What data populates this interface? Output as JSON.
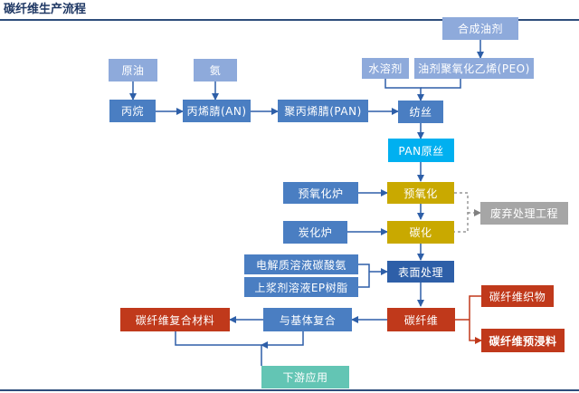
{
  "title": "碳纤维生产流程",
  "nodes": {
    "crude_oil": "原油",
    "ammonia": "氨",
    "propylene": "丙烷",
    "acrylonitrile": "丙烯腈(AN)",
    "pan": "聚丙烯腈(PAN)",
    "spinning": "纺丝",
    "synthetic_oil": "合成油剂",
    "water_solvent": "水溶剂",
    "oil_peo": "油剂聚氧化乙烯(PEO)",
    "pan_precursor": "PAN原丝",
    "pre_oxidation_furnace": "预氧化炉",
    "pre_oxidation": "预氧化",
    "carbonization_furnace": "炭化炉",
    "carbonization": "碳化",
    "waste_gas": "废弃处理工程",
    "electrolyte": "电解质溶液碳酸氨",
    "sizing": "上浆剂溶液EP树脂",
    "surface_treatment": "表面处理",
    "carbon_fiber": "碳纤维",
    "carbon_fabric": "碳纤维织物",
    "carbon_prepreg": "碳纤维预浸料",
    "matrix_composite": "与基体复合",
    "composite_material": "碳纤维复合材料",
    "downstream": "下游应用"
  },
  "colors": {
    "light_blue": "#8eaadb",
    "mid_blue": "#4a7ec2",
    "dark_blue": "#2e5fa8",
    "cyan": "#00b0f0",
    "gold": "#c9a900",
    "gray": "#a6a6a6",
    "red": "#c0391b",
    "teal": "#63c5b4",
    "rule": "#2e4d7b"
  }
}
